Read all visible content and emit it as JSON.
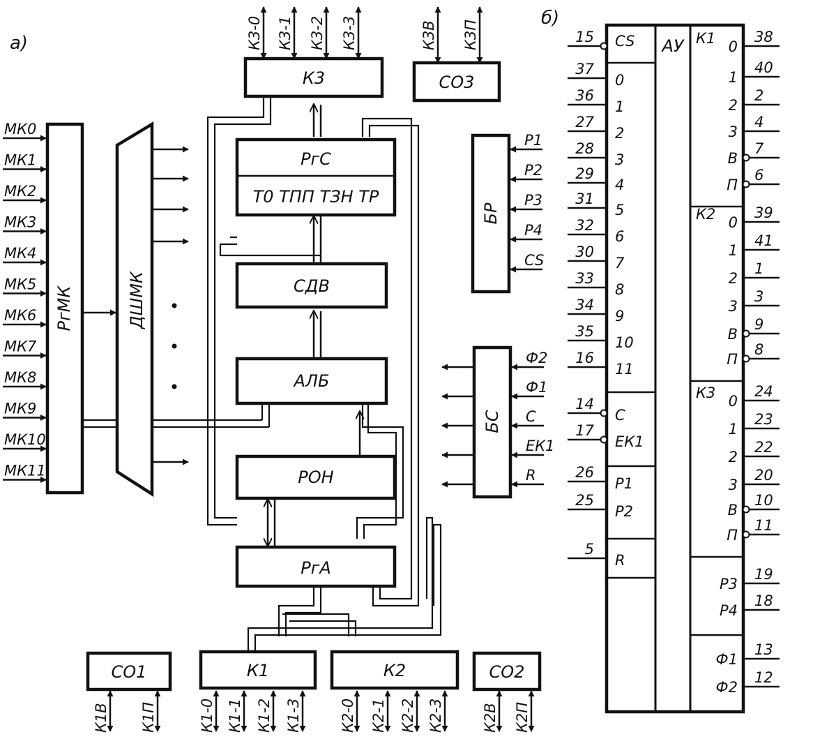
{
  "panel_a": {
    "label": "а)",
    "rgmk": "РгМК",
    "dshmk": "ДШМК",
    "mk_inputs": [
      "МК0",
      "МК1",
      "МК2",
      "МК3",
      "МК4",
      "МК5",
      "МК6",
      "МК7",
      "МК8",
      "МК9",
      "МК10",
      "МК11"
    ],
    "blocks": {
      "k3": "К3",
      "co3": "СО3",
      "rgc": "РгС",
      "triggers": "Т0 ТПП ТЗН ТР",
      "sdv": "СДВ",
      "alb": "АЛБ",
      "ron": "РОН",
      "rga": "РгА",
      "k1": "К1",
      "k2": "К2",
      "co1": "СО1",
      "co2": "СО2",
      "br": "БР",
      "bs": "БС"
    },
    "k3_pins": [
      "К3-0",
      "К3-1",
      "К3-2",
      "К3-3"
    ],
    "co3_pins": [
      "К3В",
      "К3П"
    ],
    "k1_pins": [
      "К1-0",
      "К1-1",
      "К1-2",
      "К1-3"
    ],
    "k2_pins": [
      "К2-0",
      "К2-1",
      "К2-2",
      "К2-3"
    ],
    "co1_pins": [
      "К1В",
      "К1П"
    ],
    "co2_pins": [
      "К2В",
      "К2П"
    ],
    "br_inputs": [
      "P1",
      "P2",
      "P3",
      "P4",
      "CS"
    ],
    "bs_inputs": [
      "Ф2",
      "Ф1",
      "C",
      "ЕК1",
      "R"
    ]
  },
  "panel_b": {
    "label": "б)",
    "chip_title": "АУ",
    "left_pins": [
      {
        "num": "15",
        "name": "CS"
      },
      {
        "num": "37",
        "name": "0"
      },
      {
        "num": "36",
        "name": "1"
      },
      {
        "num": "27",
        "name": "2"
      },
      {
        "num": "28",
        "name": "3"
      },
      {
        "num": "29",
        "name": "4"
      },
      {
        "num": "31",
        "name": "5"
      },
      {
        "num": "32",
        "name": "6"
      },
      {
        "num": "30",
        "name": "7"
      },
      {
        "num": "33",
        "name": "8"
      },
      {
        "num": "34",
        "name": "9"
      },
      {
        "num": "35",
        "name": "10"
      },
      {
        "num": "16",
        "name": "11"
      },
      {
        "num": "14",
        "name": "C"
      },
      {
        "num": "17",
        "name": "ЕК1"
      },
      {
        "num": "26",
        "name": "P1"
      },
      {
        "num": "25",
        "name": "P2"
      },
      {
        "num": "5",
        "name": "R"
      }
    ],
    "right_groups": [
      {
        "label": "К1",
        "pins": [
          {
            "name": "0",
            "num": "38"
          },
          {
            "name": "1",
            "num": "40"
          },
          {
            "name": "2",
            "num": "2"
          },
          {
            "name": "3",
            "num": "4"
          },
          {
            "name": "В",
            "num": "7"
          },
          {
            "name": "П",
            "num": "6"
          }
        ]
      },
      {
        "label": "К2",
        "pins": [
          {
            "name": "0",
            "num": "39"
          },
          {
            "name": "1",
            "num": "41"
          },
          {
            "name": "2",
            "num": "1"
          },
          {
            "name": "3",
            "num": "3"
          },
          {
            "name": "В",
            "num": "9"
          },
          {
            "name": "П",
            "num": "8"
          }
        ]
      },
      {
        "label": "К3",
        "pins": [
          {
            "name": "0",
            "num": "24"
          },
          {
            "name": "1",
            "num": "23"
          },
          {
            "name": "2",
            "num": "22"
          },
          {
            "name": "3",
            "num": "20"
          },
          {
            "name": "В",
            "num": "10"
          },
          {
            "name": "П",
            "num": "11"
          }
        ]
      },
      {
        "label": "",
        "pins": [
          {
            "name": "P3",
            "num": "19"
          },
          {
            "name": "P4",
            "num": "18"
          }
        ]
      },
      {
        "label": "",
        "pins": [
          {
            "name": "Ф1",
            "num": "13"
          },
          {
            "name": "Ф2",
            "num": "12"
          }
        ]
      }
    ]
  }
}
